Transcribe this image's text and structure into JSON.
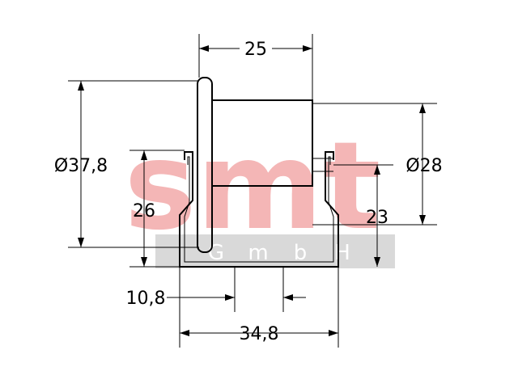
{
  "watermark": {
    "brand": "smt",
    "subtitle_letters": [
      "G",
      "m",
      "b",
      "H"
    ],
    "brand_color": "#f4b6b6",
    "band_color": "#d9d9d9"
  },
  "dimensions": {
    "width_top": "25",
    "outer_diameter": "Ø37,8",
    "roller_diameter": "Ø28",
    "height_left": "26",
    "height_right": "23",
    "slot_width": "10,8",
    "profile_width": "34,8"
  }
}
